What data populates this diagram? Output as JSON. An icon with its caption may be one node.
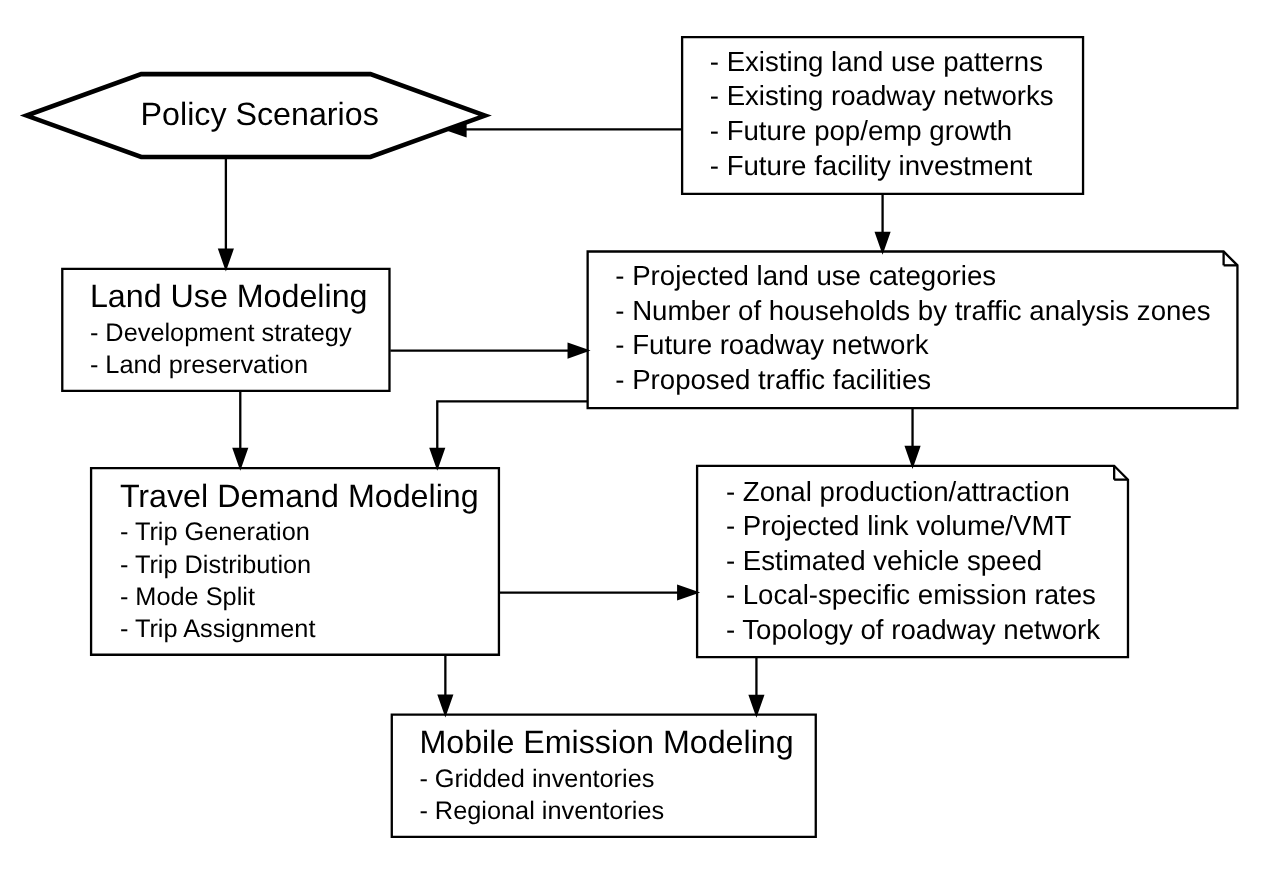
{
  "diagram": {
    "nodes": [
      {
        "text": [
          "Policy Scenarios"
        ]
      },
      {
        "text": [
          "- Existing land use patterns",
          "- Existing roadway networks",
          "- Future pop/emp growth",
          "- Future facility investment"
        ]
      },
      {
        "text": [
          "Land Use Modeling",
          "- Development strategy",
          "- Land preservation"
        ]
      },
      {
        "text": [
          "- Projected land use categories",
          "- Number of households by traffic analysis zones",
          "- Future roadway network",
          "- Proposed traffic facilities"
        ]
      },
      {
        "text": [
          "Travel Demand Modeling",
          "- Trip Generation",
          "- Trip Distribution",
          "- Mode Split",
          "- Trip Assignment"
        ]
      },
      {
        "text": [
          "- Zonal production/attraction",
          "- Projected link volume/VMT",
          "- Estimated vehicle speed",
          "- Local-specific emission rates",
          "- Topology of roadway network"
        ]
      },
      {
        "text": [
          "Mobile Emission Modeling",
          "- Gridded inventories",
          "- Regional inventories"
        ]
      }
    ],
    "edges": [
      {
        "from": 1,
        "to": 0,
        "arrow": "to"
      },
      {
        "from": 0,
        "to": 2,
        "arrow": "to"
      },
      {
        "from": 1,
        "to": 3,
        "arrow": "to"
      },
      {
        "from": 2,
        "to": 3,
        "arrow": "to"
      },
      {
        "from": 3,
        "to": 4,
        "arrow": "to"
      },
      {
        "from": 2,
        "to": 4,
        "arrow": "to"
      },
      {
        "from": 3,
        "to": 5,
        "arrow": "to"
      },
      {
        "from": 4,
        "to": 5,
        "arrow": "to"
      },
      {
        "from": 4,
        "to": 6,
        "arrow": "to"
      },
      {
        "from": 5,
        "to": 6,
        "arrow": "to"
      }
    ]
  }
}
